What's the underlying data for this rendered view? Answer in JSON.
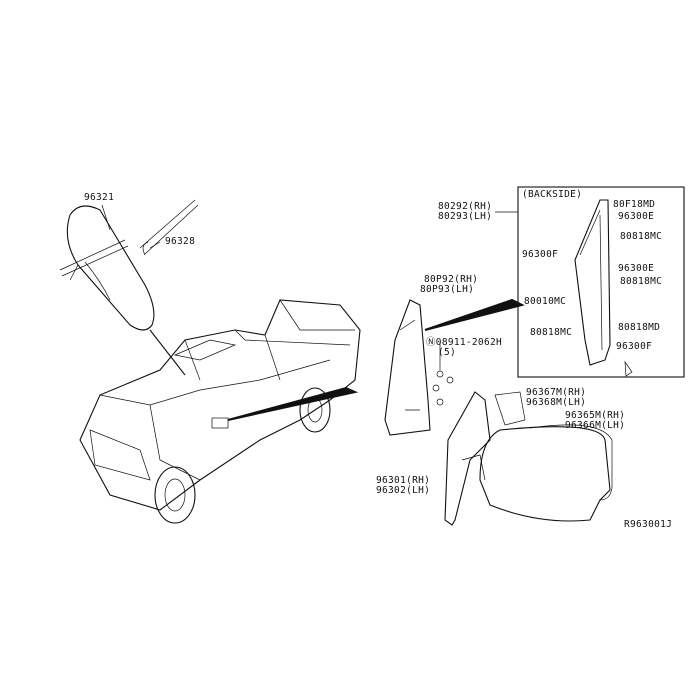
{
  "diagram": {
    "code": "R963001J",
    "backside_box": {
      "title": "(BACKSIDE)",
      "labels": [
        "80F18MD",
        "96300E",
        "80818MC",
        "96300F",
        "96300E",
        "80818MC",
        "80010MC",
        "80818MC",
        "80818MD",
        "96300F"
      ]
    },
    "parts": {
      "inner_mirror": "96321",
      "mirror_clip": "96328",
      "trim_rh": "80292(RH)",
      "trim_lh": "80293(LH)",
      "corner_finisher_rh": "80P92(RH)",
      "corner_finisher_lh": "80P93(LH)",
      "nut_code": "Ⓝ08911-2062H",
      "nut_qty": "(5)",
      "actuator_rh": "96367M(RH)",
      "actuator_lh": "96368M(LH)",
      "mirror_glass_rh": "96365M(RH)",
      "mirror_glass_lh": "96366M(LH)",
      "door_mirror_rh": "96301(RH)",
      "door_mirror_lh": "96302(LH)"
    }
  }
}
